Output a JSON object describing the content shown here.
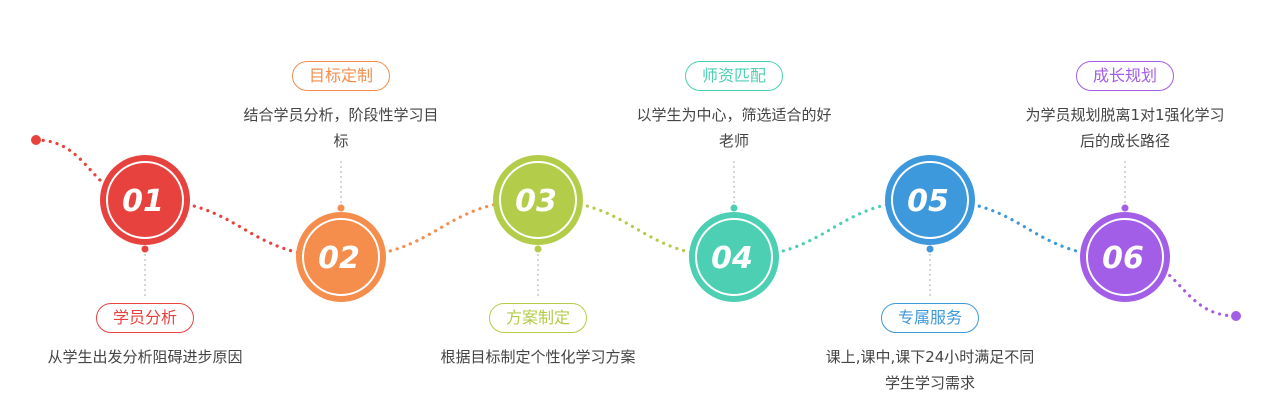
{
  "steps": [
    {
      "number": "01",
      "title": "学员分析",
      "desc": "从学生出发分析阻碍进步原因",
      "color": "#e8423f",
      "label_side": "bottom"
    },
    {
      "number": "02",
      "title": "目标定制",
      "desc": "结合学员分析，阶段性学习目标",
      "color": "#f58d4d",
      "label_side": "top"
    },
    {
      "number": "03",
      "title": "方案制定",
      "desc": "根据目标制定个性化学习方案",
      "color": "#b3cc4a",
      "label_side": "bottom"
    },
    {
      "number": "04",
      "title": "师资匹配",
      "desc": "以学生为中心，筛选适合的好老师",
      "color": "#4ccfb3",
      "label_side": "top"
    },
    {
      "number": "05",
      "title": "专属服务",
      "desc": "课上,课中,课下24小时满足不同学生学习需求",
      "color": "#3d98dc",
      "label_side": "bottom"
    },
    {
      "number": "06",
      "title": "成长规划",
      "desc": "为学员规划脱离1对1强化学习后的成长路径",
      "color": "#a35ee8",
      "label_side": "top"
    }
  ]
}
